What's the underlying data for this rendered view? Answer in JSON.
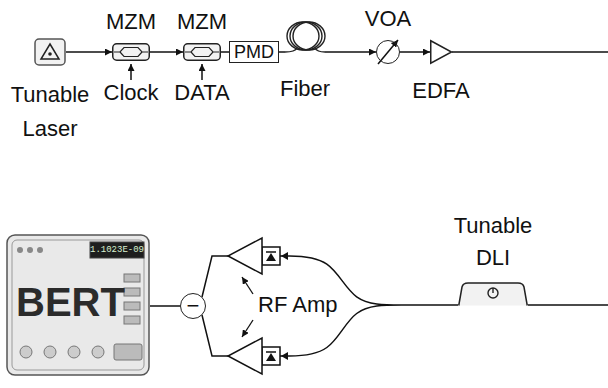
{
  "diagram": {
    "nodes": [
      {
        "text": [
          "Tunable Laser"
        ]
      },
      {
        "text": [
          "MZM"
        ]
      },
      {
        "text": [
          "MZM"
        ]
      },
      {
        "text": [
          "PMD"
        ]
      },
      {
        "text": [
          "Fiber"
        ]
      },
      {
        "text": [
          "VOA"
        ]
      },
      {
        "text": [
          "EDFA"
        ]
      },
      {
        "text": [
          "Tunable DLI"
        ]
      },
      {
        "text": [
          "−"
        ]
      },
      {
        "text": [
          "1.1023E-09",
          "BERT"
        ]
      }
    ],
    "edges": [
      {
        "from": 0,
        "to": 1,
        "arrow": "to"
      },
      {
        "from": 1,
        "to": 2,
        "arrow": "to"
      },
      {
        "from": 2,
        "to": 3,
        "arrow": "none"
      },
      {
        "from": 3,
        "to": 4,
        "arrow": "none"
      },
      {
        "from": 4,
        "to": 5,
        "arrow": "to"
      },
      {
        "from": 5,
        "to": 6,
        "arrow": "to"
      },
      {
        "from": 6,
        "to": 7,
        "arrow": "none"
      },
      {
        "from": 7,
        "to": 8,
        "arrow": "none"
      },
      {
        "from": 8,
        "to": 9,
        "arrow": "none"
      }
    ],
    "labels": [
      "Clock",
      "DATA",
      "RF Amp"
    ]
  }
}
